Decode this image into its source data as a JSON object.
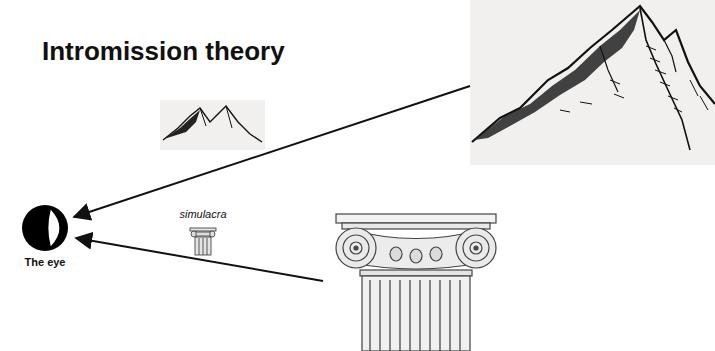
{
  "diagram": {
    "title": "Intromission theory",
    "nodes": [
      {
        "text": [
          "The eye"
        ]
      }
    ],
    "labels": [
      "simulacra"
    ]
  }
}
